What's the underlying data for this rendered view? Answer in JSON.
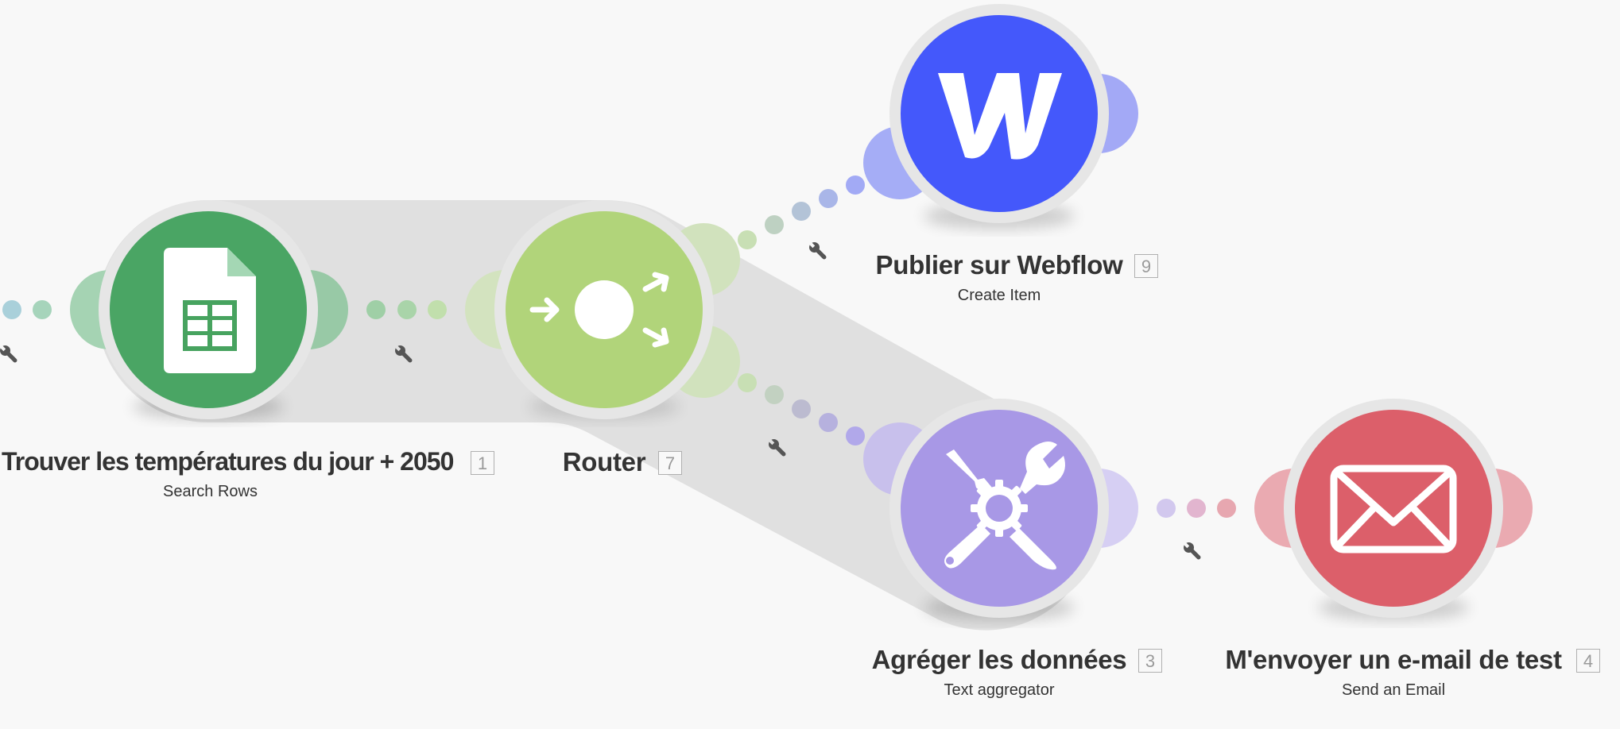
{
  "modules": [
    {
      "id": "sheets",
      "title": "Trouver les températures du jour + 2050",
      "subtitle": "Search Rows",
      "badge": "1",
      "icon": "google-sheets-icon",
      "color": "#4aa564"
    },
    {
      "id": "router",
      "title": "Router",
      "subtitle": "",
      "badge": "7",
      "icon": "router-icon",
      "color": "#b1d47a"
    },
    {
      "id": "webflow",
      "title": "Publier sur Webflow",
      "subtitle": "Create Item",
      "badge": "9",
      "icon": "webflow-icon",
      "color": "#4458fb"
    },
    {
      "id": "aggregator",
      "title": "Agréger les données",
      "subtitle": "Text aggregator",
      "badge": "3",
      "icon": "tools-icon",
      "color": "#a898e6"
    },
    {
      "id": "email",
      "title": "M'envoyer un e-mail de test",
      "subtitle": "Send an Email",
      "badge": "4",
      "icon": "email-icon",
      "color": "#dc5f6a"
    }
  ],
  "colors": {
    "background": "#f8f8f8",
    "route_highlight": "#e0e0e0",
    "wrench": "#555555"
  }
}
